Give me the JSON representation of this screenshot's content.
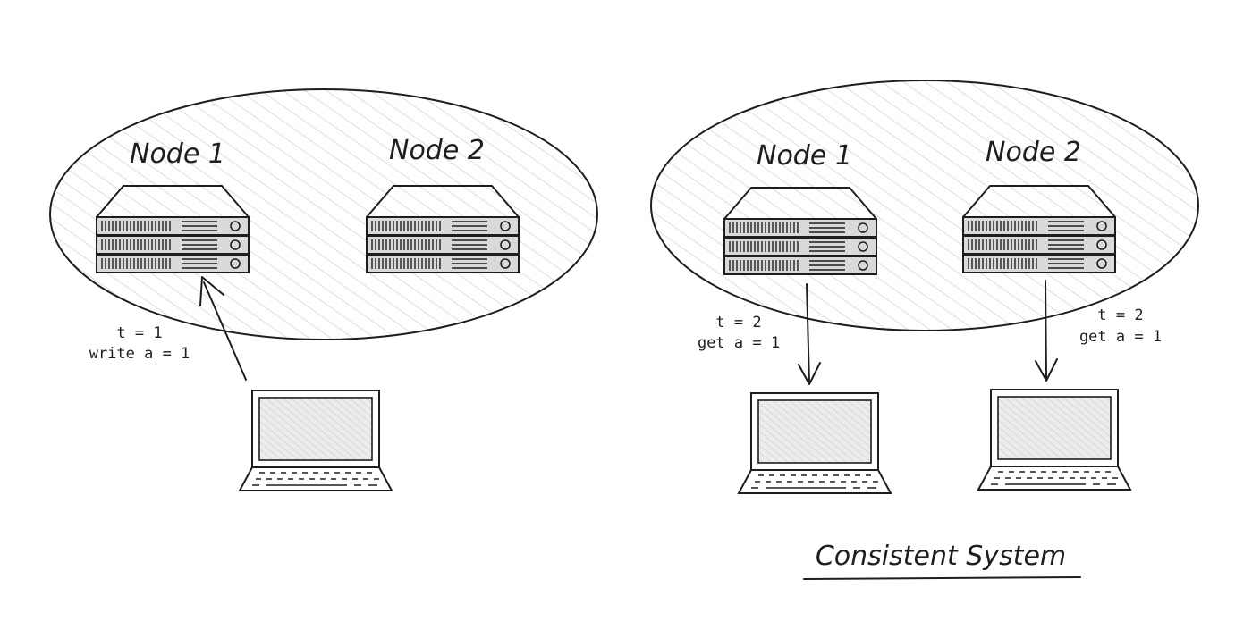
{
  "left": {
    "node1_label": "Node 1",
    "node2_label": "Node 2",
    "write_time": "t = 1",
    "write_op": "write a = 1"
  },
  "right": {
    "node1_label": "Node 1",
    "node2_label": "Node 2",
    "read1_time": "t = 2",
    "read1_op": "get a = 1",
    "read2_time": "t = 2",
    "read2_op": "get a = 1"
  },
  "caption": "Consistent System",
  "colors": {
    "ink": "#1e1e1e",
    "hatch": "#cfcfcf",
    "server_fill": "#d6d6d6",
    "screen_fill": "#e3e3e3"
  },
  "icons": [
    "server-rack-icon",
    "laptop-icon",
    "arrow-icon"
  ]
}
